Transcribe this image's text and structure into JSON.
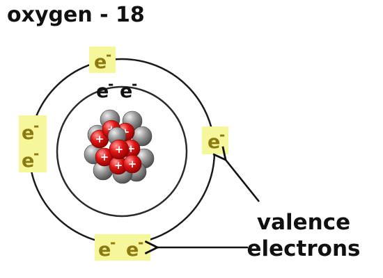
{
  "title": "oxygen - 18",
  "electron_label": "e",
  "electron_sign": "-",
  "proton_sign": "+",
  "callout": {
    "line1": "valence",
    "line2": "electrons"
  },
  "colors": {
    "highlight": "#f6f69a",
    "electron_text": "#8a7a10",
    "inner_electron_text": "#111111",
    "proton": "#e01515",
    "neutron": "#8c8c8c",
    "orbit": "#1a1a1a"
  }
}
